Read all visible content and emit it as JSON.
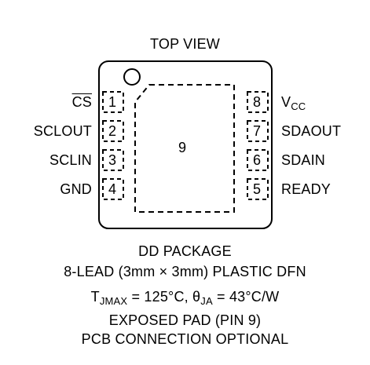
{
  "view_title": "TOP VIEW",
  "pad_number": "9",
  "left_pins": [
    {
      "number": "1",
      "name": "CS"
    },
    {
      "number": "2",
      "name": "SCLOUT"
    },
    {
      "number": "3",
      "name": "SCLIN"
    },
    {
      "number": "4",
      "name": "GND"
    }
  ],
  "right_pins": [
    {
      "number": "8",
      "name_main": "V",
      "name_sub": "CC"
    },
    {
      "number": "7",
      "name": "SDAOUT"
    },
    {
      "number": "6",
      "name": "SDAIN"
    },
    {
      "number": "5",
      "name": "READY"
    }
  ],
  "caption": {
    "line1": "DD PACKAGE",
    "line2": "8-LEAD (3mm × 3mm) PLASTIC DFN",
    "line3_t": "T",
    "line3_t_sub": "JMAX",
    "line3_mid": " = 125°C, θ",
    "line3_theta_sub": "JA",
    "line3_end": " = 43°C/W",
    "line4": "EXPOSED PAD (PIN 9)",
    "line5": "PCB CONNECTION OPTIONAL"
  },
  "colors": {
    "line": "#000000",
    "background": "#ffffff"
  }
}
